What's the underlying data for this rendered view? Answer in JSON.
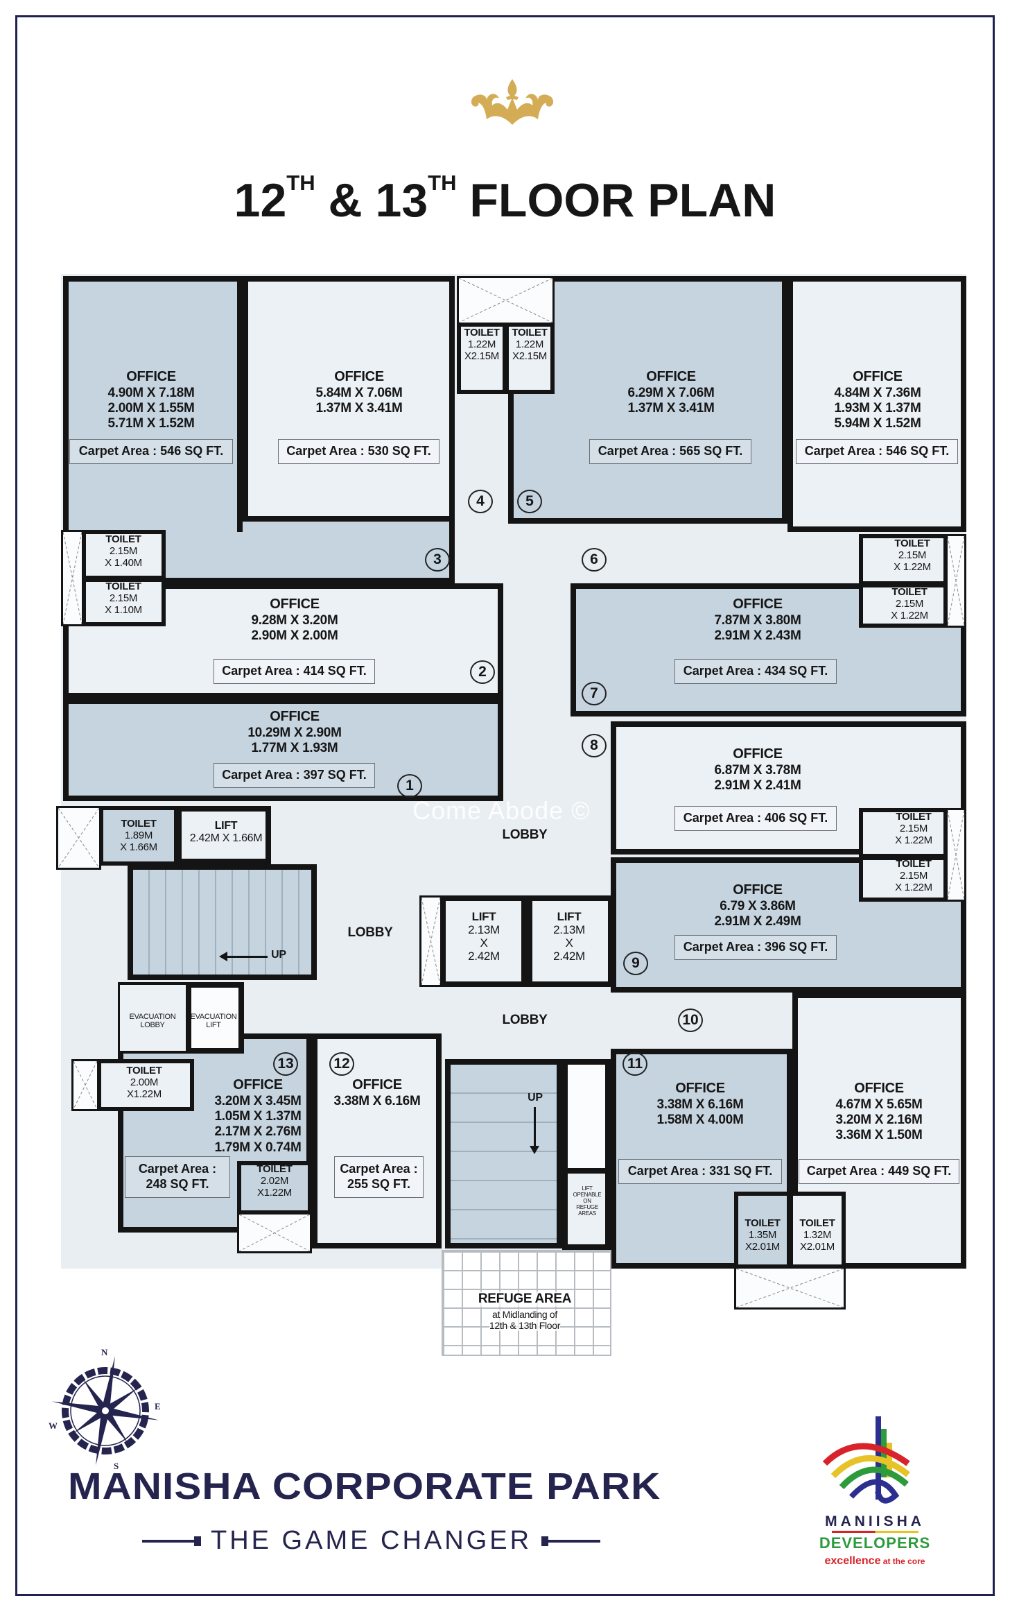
{
  "title": {
    "a": "12",
    "sup1": "TH",
    "b": " & 13",
    "sup2": "TH",
    "c": " FLOOR PLAN"
  },
  "offices": [
    {
      "number": "1",
      "label": "OFFICE",
      "dims": [
        "10.29M X 2.90M",
        "1.77M   X 1.93M"
      ],
      "carpet": "Carpet Area : 397 SQ FT."
    },
    {
      "number": "2",
      "label": "OFFICE",
      "dims": [
        "9.28M X 3.20M",
        "2.90M X 2.00M"
      ],
      "carpet": "Carpet Area : 414 SQ FT."
    },
    {
      "number": "3",
      "label": "OFFICE",
      "dims": [
        "4.90M X 7.18M",
        "2.00M X 1.55M",
        "5.71M X 1.52M"
      ],
      "carpet": "Carpet Area : 546 SQ FT."
    },
    {
      "number": "4",
      "label": "OFFICE",
      "dims": [
        "5.84M X 7.06M",
        "1.37M X 3.41M"
      ],
      "carpet": "Carpet Area : 530 SQ FT."
    },
    {
      "number": "5",
      "label": "OFFICE",
      "dims": [
        "6.29M X 7.06M",
        "1.37M X 3.41M"
      ],
      "carpet": "Carpet Area : 565 SQ FT."
    },
    {
      "number": "6",
      "label": "OFFICE",
      "dims": [
        "4.84M X 7.36M",
        "1.93M X 1.37M",
        "5.94M X 1.52M"
      ],
      "carpet": "Carpet Area : 546 SQ FT."
    },
    {
      "number": "7",
      "label": "OFFICE",
      "dims": [
        "7.87M X 3.80M",
        "2.91M X 2.43M"
      ],
      "carpet": "Carpet Area : 434 SQ FT."
    },
    {
      "number": "8",
      "label": "OFFICE",
      "dims": [
        "6.87M X 3.78M",
        "2.91M X 2.41M"
      ],
      "carpet": "Carpet Area : 406 SQ FT."
    },
    {
      "number": "9",
      "label": "OFFICE",
      "dims": [
        "6.79 X 3.86M",
        "2.91M X 2.49M"
      ],
      "carpet": "Carpet Area : 396 SQ FT."
    },
    {
      "number": "10",
      "label": "OFFICE",
      "dims": [
        "4.67M X 5.65M",
        "3.20M X 2.16M",
        "3.36M X 1.50M"
      ],
      "carpet": "Carpet Area : 449 SQ FT."
    },
    {
      "number": "11",
      "label": "OFFICE",
      "dims": [
        "3.38M X 6.16M",
        "1.58M X 4.00M"
      ],
      "carpet": "Carpet Area : 331 SQ FT."
    },
    {
      "number": "12",
      "label": "OFFICE",
      "dims": [
        "3.38M X 6.16M"
      ],
      "carpet": "Carpet Area : 255 SQ FT."
    },
    {
      "number": "13",
      "label": "OFFICE",
      "dims": [
        "3.20M X 3.45M",
        "1.05M X 1.37M",
        "2.17M X 2.76M",
        "1.79M X 0.74M"
      ],
      "carpet": "Carpet Area : 248 SQ FT."
    }
  ],
  "toilets": [
    {
      "label": "TOILET",
      "dims": [
        "1.22M",
        "X2.15M"
      ]
    },
    {
      "label": "TOILET",
      "dims": [
        "1.22M",
        "X2.15M"
      ]
    },
    {
      "label": "TOILET",
      "dims": [
        "2.15M",
        "X 1.40M"
      ]
    },
    {
      "label": "TOILET",
      "dims": [
        "2.15M",
        "X 1.10M"
      ]
    },
    {
      "label": "TOILET",
      "dims": [
        "2.15M",
        "X 1.22M"
      ]
    },
    {
      "label": "TOILET",
      "dims": [
        "2.15M",
        "X 1.22M"
      ]
    },
    {
      "label": "TOILET",
      "dims": [
        "2.15M",
        "X 1.22M"
      ]
    },
    {
      "label": "TOILET",
      "dims": [
        "2.15M",
        "X 1.22M"
      ]
    },
    {
      "label": "TOILET",
      "dims": [
        "1.89M",
        "X 1.66M"
      ]
    },
    {
      "label": "TOILET",
      "dims": [
        "2.00M",
        "X1.22M"
      ]
    },
    {
      "label": "TOILET",
      "dims": [
        "2.02M",
        "X1.22M"
      ]
    },
    {
      "label": "TOILET",
      "dims": [
        "1.35M",
        "X2.01M"
      ]
    },
    {
      "label": "TOILET",
      "dims": [
        "1.32M",
        "X2.01M"
      ]
    }
  ],
  "lifts": [
    {
      "label": "LIFT",
      "dims": [
        "2.42M X 1.66M"
      ]
    },
    {
      "label": "LIFT",
      "dims": [
        "2.13M",
        "X",
        "2.42M"
      ]
    },
    {
      "label": "LIFT",
      "dims": [
        "2.13M",
        "X",
        "2.42M"
      ]
    }
  ],
  "lobbies": [
    "LOBBY",
    "LOBBY",
    "LOBBY"
  ],
  "stairs": {
    "up_left": "UP",
    "up_right": "UP"
  },
  "evacuation": {
    "lobby": [
      "EVACUATION",
      "LOBBY"
    ],
    "lift": [
      "EVACUATION",
      "LIFT"
    ]
  },
  "lift_openable": [
    "LIFT",
    "OPENABLE",
    "ON",
    "REFUGE",
    "AREAS"
  ],
  "refuge": {
    "title": "REFUGE AREA",
    "lines": [
      "at Midlanding of",
      "12th & 13th Floor"
    ]
  },
  "watermark": "Come Abode ©",
  "compass": {
    "n": "N",
    "e": "E",
    "s": "S",
    "w": "W"
  },
  "footer": {
    "project": "MANISHA CORPORATE PARK",
    "tagline": "THE GAME CHANGER"
  },
  "developer": {
    "name": "MANIISHA",
    "sub": "DEVELOPERS",
    "slogan_a": "excellence",
    "slogan_b": " at the core"
  },
  "colors": {
    "frame": "#1f2150",
    "dark_room": "#c6d4e0",
    "light_room": "#ecf1f6",
    "crown": "#d4ac55",
    "brand": "#24244f"
  }
}
